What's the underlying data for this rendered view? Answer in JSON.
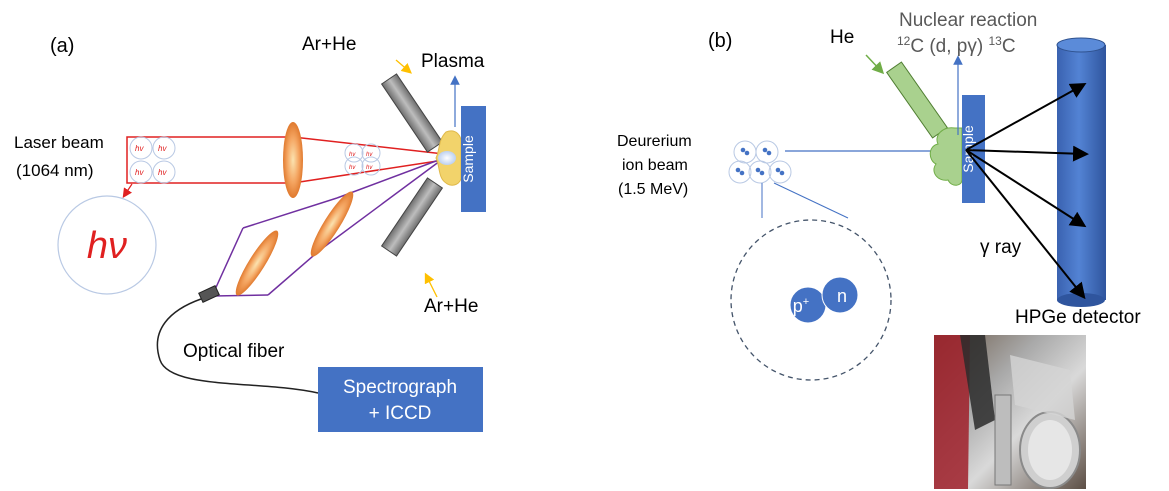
{
  "panel_a": {
    "label": "(a)",
    "gas_top": "Ar+He",
    "gas_bottom": "Ar+He",
    "plasma": "Plasma",
    "sample": "Sample",
    "laser_beam": "Laser beam",
    "laser_wavelength": "(1064 nm)",
    "photon": "hν",
    "small_photon": "hv",
    "optical_fiber": "Optical fiber",
    "spectrograph": "Spectrograph",
    "iccd": "+ ICCD"
  },
  "panel_b": {
    "label": "(b)",
    "gas": "He",
    "nuclear_reaction": "Nuclear reaction",
    "reaction_mass_1": "12",
    "reaction_left": "C (d, pγ) ",
    "reaction_mass_2": "13",
    "reaction_right": "C",
    "sample": "Sample",
    "beam_line1": "Deurerium",
    "beam_line2": "ion beam",
    "beam_line3": "(1.5 MeV)",
    "proton": "p",
    "proton_sup": "+",
    "neutron": "n",
    "gamma_ray": "γ ray",
    "detector": "HPGe detector"
  },
  "colors": {
    "blue_box": "#4472c4",
    "laser_red": "#e02020",
    "collection_purple": "#7030a0",
    "lens_orange": "#ed7d31",
    "gas_gray": "#8c8c8c",
    "he_green": "#a9d18e",
    "arrow_yellow": "#ffc000"
  }
}
